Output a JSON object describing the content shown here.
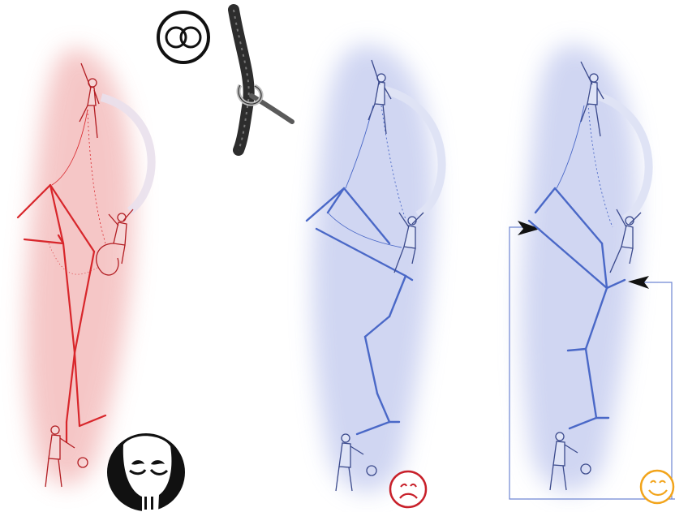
{
  "figure": {
    "colors": {
      "background": "#ffffff",
      "panel_a_glow": "#f3b9b9",
      "panel_a_rope": "#d8262b",
      "panel_b_glow": "#c8cff0",
      "panel_b_rope": "#4a68c7",
      "panel_c_glow": "#c8cff0",
      "panel_c_rope": "#4a68c7",
      "bracket_line": "#6f86d3",
      "arrow_fill": "#111111",
      "skull_black": "#111111",
      "skull_white": "#ffffff",
      "frown_red": "#c8202a",
      "smile_orange": "#f2a41b",
      "knot_rope": "#2d2d2d",
      "climber_ink": "#1d2030"
    },
    "panels": [
      {
        "id": "a",
        "verdict_icon": "skull-icon",
        "climbers": 3
      },
      {
        "id": "b",
        "verdict_icon": "frown-face-icon",
        "climbers": 3
      },
      {
        "id": "c",
        "verdict_icon": "smile-face-icon",
        "climbers": 3
      }
    ],
    "top_icons": [
      "interlocked-rings-icon",
      "rope-knot-icon"
    ]
  }
}
